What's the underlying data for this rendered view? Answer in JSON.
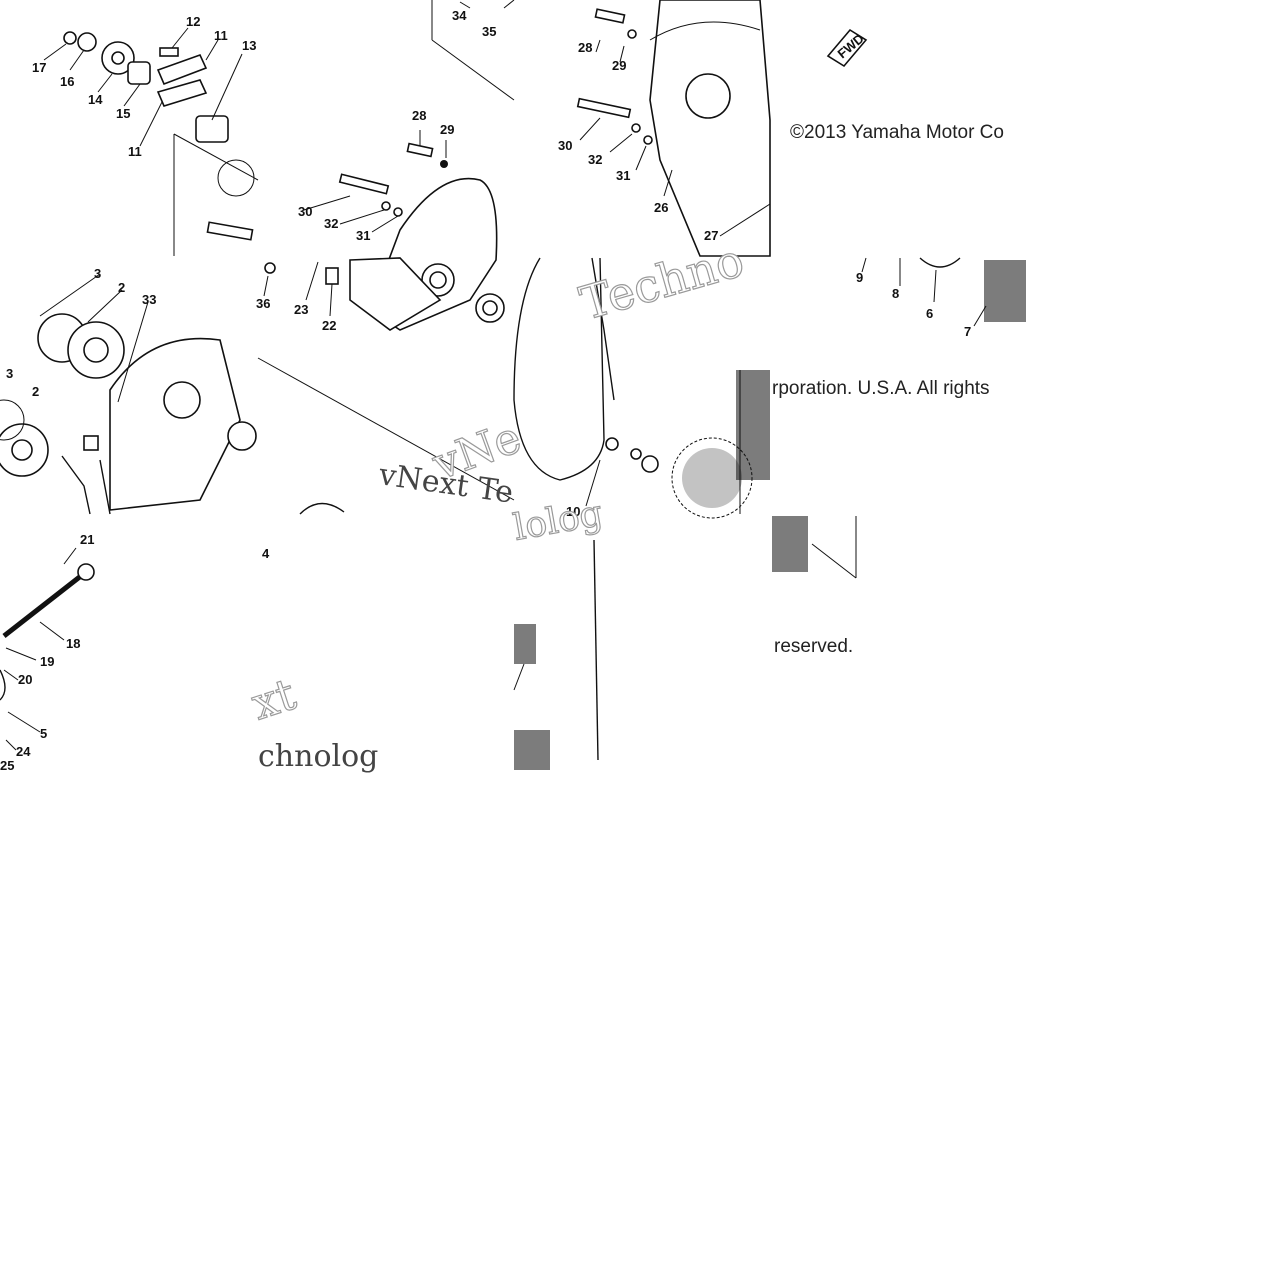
{
  "copyright": {
    "line1": "©2013 Yamaha Motor Co",
    "line2": "rporation. U.S.A. All rights",
    "line3": "reserved."
  },
  "watermark": {
    "w1": "Techno",
    "w2": "vNext Te",
    "w3": "vNe",
    "w4": "xt",
    "w5": "chnolog",
    "w6": "lolog"
  },
  "badge": {
    "label": "FWD"
  },
  "callouts": {
    "c17": "17",
    "c16": "16",
    "c14": "14",
    "c15": "15",
    "c12": "12",
    "c11a": "11",
    "c13": "13",
    "c11b": "11",
    "c34": "34",
    "c35": "35",
    "c28a": "28",
    "c29a": "29",
    "c30a": "30",
    "c32a": "32",
    "c31a": "31",
    "c26": "26",
    "c27": "27",
    "c28b": "28",
    "c29b": "29",
    "c30b": "30",
    "c32b": "32",
    "c31b": "31",
    "c36": "36",
    "c23": "23",
    "c22": "22",
    "c3a": "3",
    "c2a": "2",
    "c33": "33",
    "c3b": "3",
    "c2b": "2",
    "c9": "9",
    "c8": "8",
    "c6": "6",
    "c7": "7",
    "c10": "10",
    "c21": "21",
    "c18": "18",
    "c19": "19",
    "c20": "20",
    "c5": "5",
    "c24": "24",
    "c25": "25",
    "c4": "4"
  }
}
